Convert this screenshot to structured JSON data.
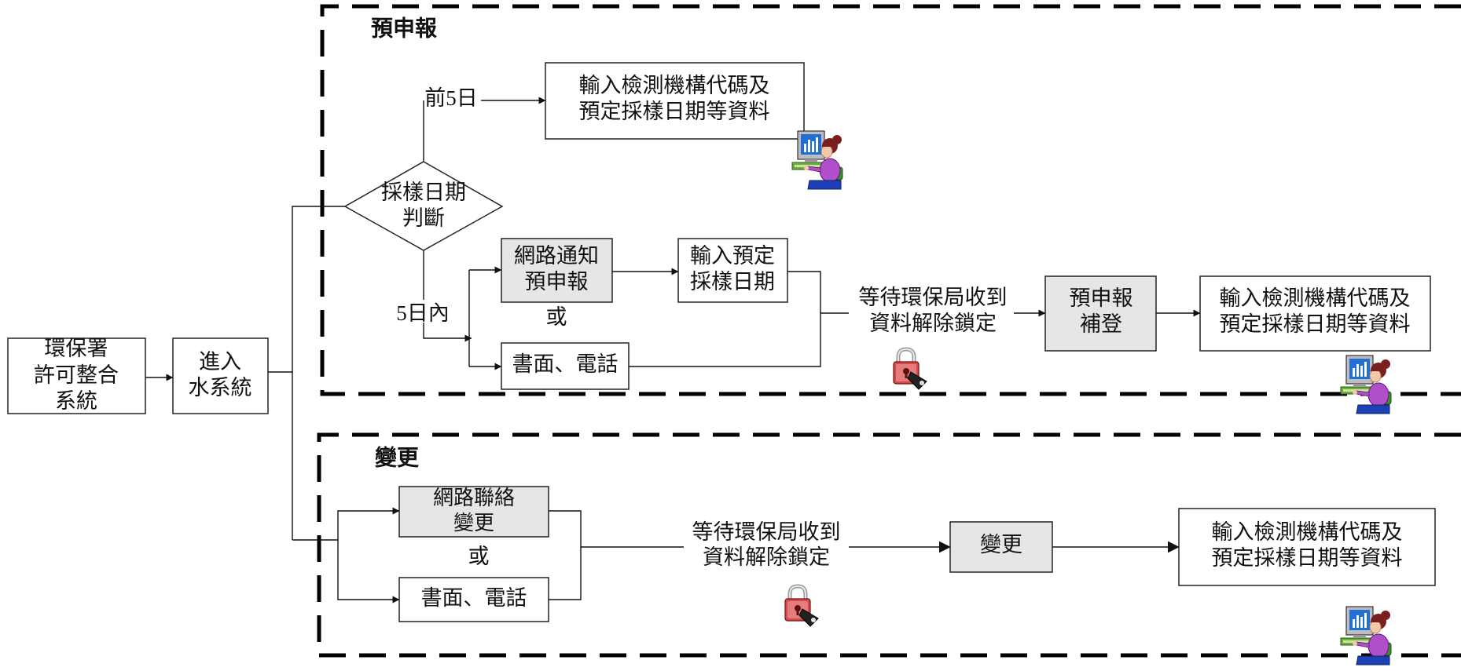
{
  "sections": {
    "pre_report": "預申報",
    "change": "變更"
  },
  "nodes": {
    "epa_system": [
      "環保署",
      "許可整合",
      "系統"
    ],
    "enter_water": [
      "進入",
      "水系統"
    ],
    "sampling_date_decision": [
      "採樣日期",
      "判斷"
    ],
    "input_agency_top": [
      "輸入檢測機構代碼及",
      "預定採樣日期等資料"
    ],
    "web_notice": [
      "網路通知",
      "預申報"
    ],
    "input_planned_date": [
      "輸入預定",
      "採樣日期"
    ],
    "paper_phone_1": "書面、電話",
    "wait_unlock_1": [
      "等待環保局收到",
      "資料解除鎖定"
    ],
    "late_registration": [
      "預申報",
      "補登"
    ],
    "input_agency_right": [
      "輸入檢測機構代碼及",
      "預定採樣日期等資料"
    ],
    "web_contact_change": [
      "網路聯絡",
      "變更"
    ],
    "paper_phone_2": "書面、電話",
    "wait_unlock_2": [
      "等待環保局收到",
      "資料解除鎖定"
    ],
    "change_box": "變更",
    "input_agency_bottom": [
      "輸入檢測機構代碼及",
      "預定採樣日期等資料"
    ]
  },
  "labels": {
    "five_days_before": "前5日",
    "within_five_days": "5日內",
    "or_1": "或",
    "or_2": "或"
  },
  "icons": {
    "computer_user": "computer-user-icon",
    "lock": "lock-icon"
  },
  "colors": {
    "gray_fill": "#e6e6e6",
    "user_shirt": "#b04fc9",
    "user_hair": "#7a1f1f",
    "lock_red": "#d84a4a"
  }
}
